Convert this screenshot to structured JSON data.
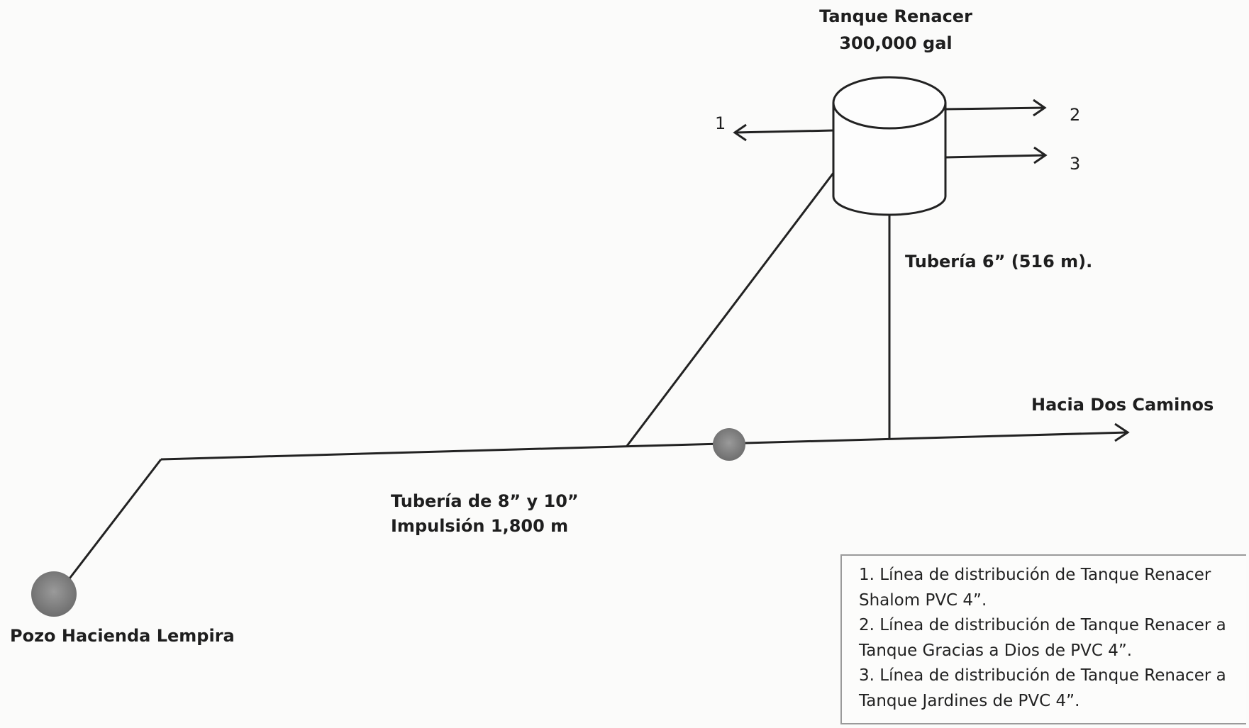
{
  "tank": {
    "name": "Tanque Renacer",
    "capacity": "300,000 gal"
  },
  "outlets": {
    "one": "1",
    "two": "2",
    "three": "3"
  },
  "labels": {
    "tank_pipe": "Tubería 6” (516 m).",
    "destination": "Hacia Dos Caminos",
    "main_pipe_line1": "Tubería de 8” y 10”",
    "main_pipe_line2": "Impulsión 1,800 m",
    "well": "Pozo Hacienda Lempira"
  },
  "legend": [
    "1. Línea de distribución de Tanque Renacer",
    "Shalom PVC 4”.",
    "2. Línea de distribución de Tanque Renacer a",
    "Tanque Gracias  a Dios de PVC 4”.",
    "3. Línea de distribución de Tanque Renacer a",
    "Tanque Jardines de PVC 4”."
  ]
}
